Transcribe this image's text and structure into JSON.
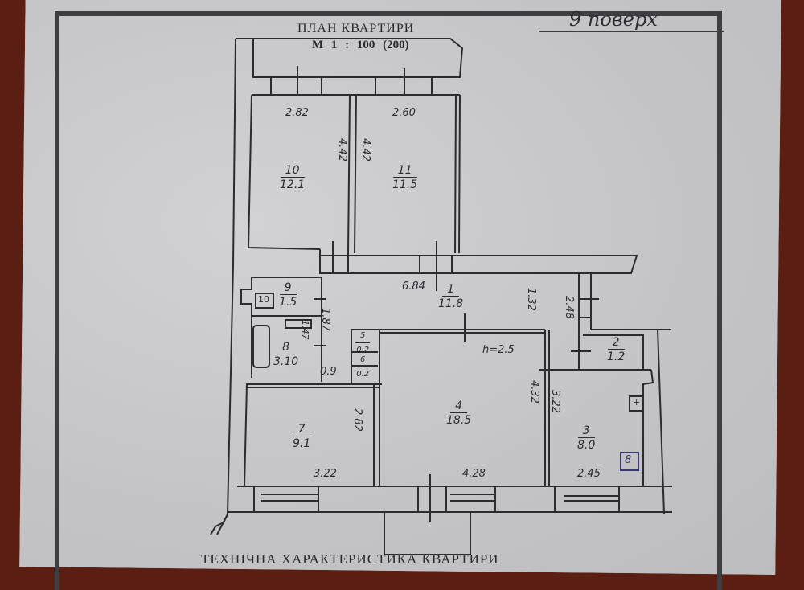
{
  "document": {
    "title": "ПЛАН КВАРТИРИ",
    "scale": "М    1 : 100 (200)",
    "floor_note": "9 поверх",
    "bottom_heading": "ТЕХНІЧНА ХАРАКТЕРИСТИКА КВАРТИРИ",
    "ceiling_height": "h=2.5"
  },
  "rooms": [
    {
      "number": "1",
      "area": "11.8"
    },
    {
      "number": "2",
      "area": "1.2"
    },
    {
      "number": "3",
      "area": "8.0"
    },
    {
      "number": "4",
      "area": "18.5"
    },
    {
      "number": "5",
      "area": "0.2"
    },
    {
      "number": "6",
      "area": "0.2"
    },
    {
      "number": "7",
      "area": "9.1"
    },
    {
      "number": "8",
      "area": "3.10"
    },
    {
      "number": "9",
      "area": "1.5"
    },
    {
      "number": "10",
      "area": "12.1"
    },
    {
      "number": "11",
      "area": "11.5"
    }
  ],
  "dimensions": {
    "room10_width": "2.82",
    "room11_width": "2.60",
    "room10_length": "4.42",
    "room11_length": "4.42",
    "corridor_length": "6.84",
    "corridor_width": "1.32",
    "hall_side": "2.48",
    "bath_length": "1.87",
    "bath_width": "1.47",
    "niche_width": "0.9",
    "room7_length": "2.82",
    "room7_width": "3.22",
    "room4_width": "4.28",
    "room4_length": "4.32",
    "room3_length": "3.22",
    "room3_width": "2.45"
  },
  "fixtures": {
    "toilet_symbol": "10",
    "stove_symbol": "8",
    "sink_symbol": "+"
  },
  "colors": {
    "paper": "#c9c9cb",
    "ink": "#2a2a33",
    "frame": "#3c3e42",
    "table": "#5a1e12"
  }
}
